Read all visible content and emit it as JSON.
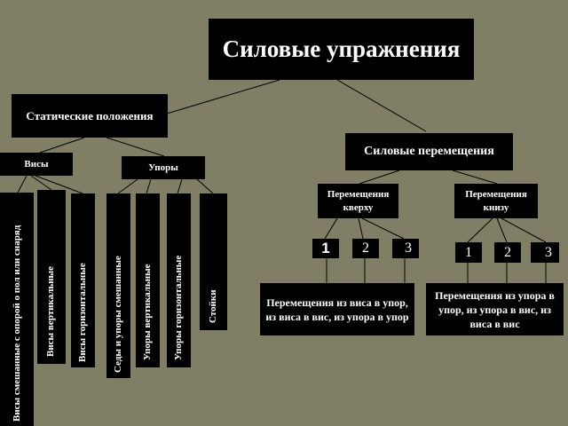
{
  "title": "Силовые упражнения",
  "static": {
    "label": "Статические положения",
    "hangs": "Висы",
    "supports": "Упоры",
    "columns": [
      "Висы смешанные с опорой о пол или снаряд",
      "Висы вертикальные",
      "Висы горизонтальные",
      "Седы и упоры смешанные",
      "Упоры вертикальные",
      "Упоры горизонтальные",
      "Стойки"
    ]
  },
  "dynamic": {
    "label": "Силовые перемещения",
    "up": {
      "label": "Перемещения кверху",
      "nums": [
        "1",
        "2",
        "3"
      ],
      "desc": "Перемещения из виса в упор, из виса в вис, из упора в упор"
    },
    "down": {
      "label": "Перемещения книзу",
      "nums": [
        "1",
        "2",
        "3"
      ],
      "desc": "Перемещения из упора в упор, из упора в вис, из виса в вис"
    }
  },
  "colors": {
    "background": "#807f66",
    "box": "#000000",
    "text": "#ffffff",
    "connector": "#000000"
  }
}
